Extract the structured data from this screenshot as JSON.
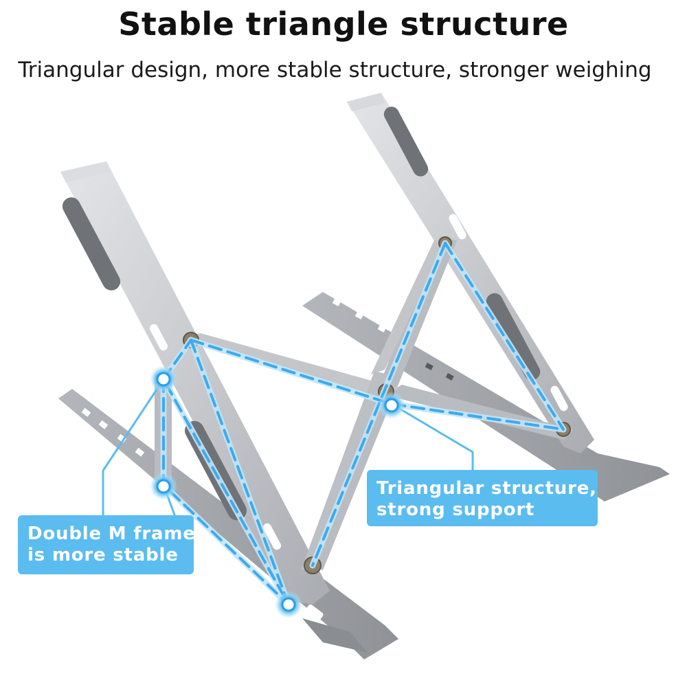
{
  "header": {
    "title": "Stable triangle structure",
    "subtitle": "Triangular design, more stable structure, stronger weighing"
  },
  "callouts": {
    "left": {
      "line1": "Double M frame",
      "line2": "is more stable"
    },
    "right": {
      "line1": "Triangular structure,",
      "line2": "strong support"
    }
  },
  "colors": {
    "accent": "#5bbcf0",
    "highlight_line": "#bfe6fb",
    "aluminum": "#c9cbcf",
    "aluminum_dark": "#9ea1a6",
    "silicone_pad": "#6f7277"
  },
  "icons": [
    "laptop-stand-illustration",
    "joint-marker-icon"
  ]
}
